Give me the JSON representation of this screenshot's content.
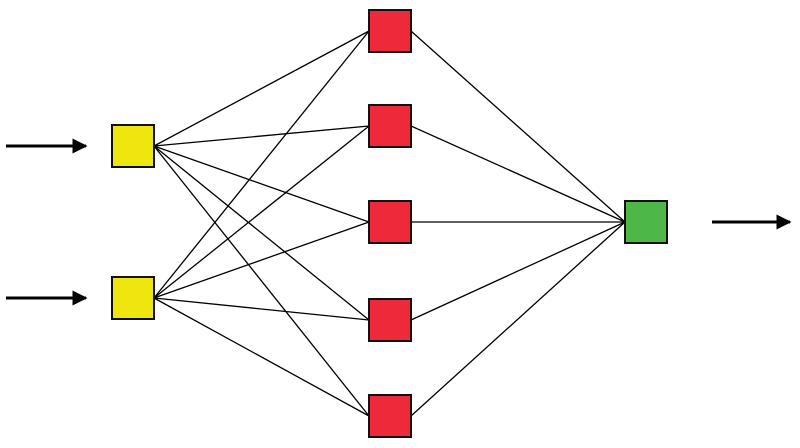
{
  "colors": {
    "input_node": "#f0e60f",
    "hidden_node": "#ee2a3a",
    "output_node": "#4db848",
    "edge": "#000000",
    "border": "#111111"
  },
  "network": {
    "input_nodes": [
      "input-1",
      "input-2"
    ],
    "hidden_nodes": [
      "hidden-1",
      "hidden-2",
      "hidden-3",
      "hidden-4",
      "hidden-5"
    ],
    "output_nodes": [
      "output-1"
    ],
    "connectivity": "fully-connected"
  },
  "arrows": {
    "incoming_count": 2,
    "outgoing_count": 1
  }
}
